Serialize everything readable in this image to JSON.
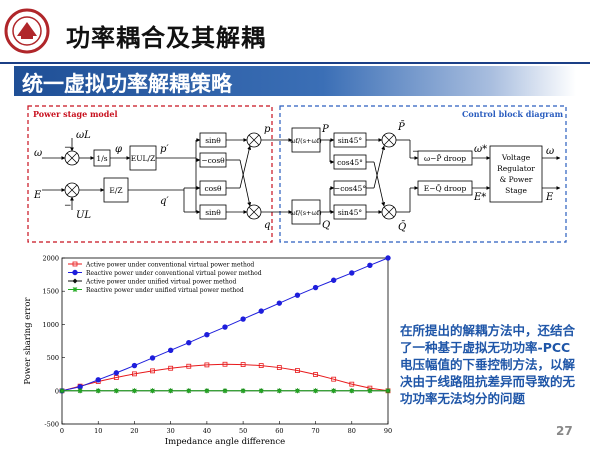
{
  "header": {
    "title": "功率耦合及其解耦",
    "subtitle": "统一虚拟功率解耦策略"
  },
  "diagram": {
    "power_stage_label": "Power stage model",
    "control_label": "Control block diagram",
    "sin_theta": "sinθ",
    "neg_cos_theta": "−cosθ",
    "cos_theta": "cosθ",
    "sin_theta2": "sinθ",
    "sin45": "sin45°",
    "cos45": "cos45°",
    "neg_cos45": "−cos45°",
    "sin45b": "sin45°",
    "inv_s": "1/s",
    "eul_z": "EUL/Z",
    "e_z": "E/Z",
    "lpf1": "ωf/(s+ωf)",
    "lpf2": "ωf/(s+ωf)",
    "droop_w": "ω−P̄ droop",
    "droop_e": "E−Q̄ droop",
    "vr_line1": "Voltage",
    "vr_line2": "Regulator",
    "vr_line3": "& Power",
    "vr_line4": "Stage",
    "sig_omega": "ω",
    "sig_omega_l": "ωL",
    "sig_phi": "φ",
    "sig_pprime": "p′",
    "sig_qprime": "q′",
    "sig_E": "E",
    "sig_UL": "UL",
    "sig_p": "p",
    "sig_q": "q",
    "sig_P": "P",
    "sig_Q": "Q",
    "sig_Pbar": "P̄",
    "sig_Qbar": "Q̄",
    "sig_omega_star": "ω*",
    "sig_E_star": "E*",
    "out_omega": "ω",
    "out_E": "E",
    "minus": "−"
  },
  "colors": {
    "power_stage_box": "#c8101e",
    "control_box": "#2a5dbf",
    "active_conventional": "#e8191b",
    "reactive_conventional": "#1e1edc",
    "active_unified": "#111111",
    "reactive_unified": "#22aa22",
    "note_text": "#1f56a8"
  },
  "chart_data": {
    "type": "line",
    "xlabel": "Impedance angle difference",
    "ylabel": "Power sharing error",
    "xlim": [
      0,
      90
    ],
    "ylim": [
      -500,
      2000
    ],
    "xticks": [
      0,
      10,
      20,
      30,
      40,
      50,
      60,
      70,
      80,
      90
    ],
    "yticks": [
      -500,
      0,
      500,
      1000,
      1500,
      2000
    ],
    "x": [
      0,
      5,
      10,
      15,
      20,
      25,
      30,
      35,
      40,
      45,
      50,
      55,
      60,
      65,
      70,
      75,
      80,
      85,
      90
    ],
    "series": [
      {
        "name": "Active power under conventional virtual power method",
        "marker": "square",
        "values": [
          0,
          70,
          140,
          200,
          255,
          300,
          340,
          370,
          390,
          400,
          395,
          380,
          350,
          305,
          245,
          175,
          100,
          40,
          0
        ]
      },
      {
        "name": "Reactive power under conventional virtual power method",
        "marker": "circle",
        "values": [
          0,
          60,
          165,
          270,
          380,
          495,
          610,
          725,
          845,
          960,
          1080,
          1200,
          1320,
          1440,
          1555,
          1665,
          1775,
          1890,
          2000
        ]
      },
      {
        "name": "Active power under unified virtual power method",
        "marker": "diamond",
        "values": [
          0,
          0,
          0,
          0,
          0,
          0,
          0,
          0,
          0,
          0,
          0,
          0,
          0,
          0,
          0,
          0,
          0,
          0,
          0
        ]
      },
      {
        "name": "Reactive power under unified virtual power method",
        "marker": "star",
        "values": [
          0,
          0,
          0,
          0,
          0,
          0,
          0,
          0,
          0,
          0,
          0,
          0,
          0,
          0,
          0,
          0,
          0,
          0,
          0
        ]
      }
    ],
    "legend": "top-left",
    "grid": false
  },
  "note": {
    "text": "在所提出的解耦方法中，还结合了一种基于虚拟无功功率-PCC电压幅值的下垂控制方法，以解决由于线路阻抗差异而导致的无功功率无法均分的问题"
  },
  "page_number": "27"
}
